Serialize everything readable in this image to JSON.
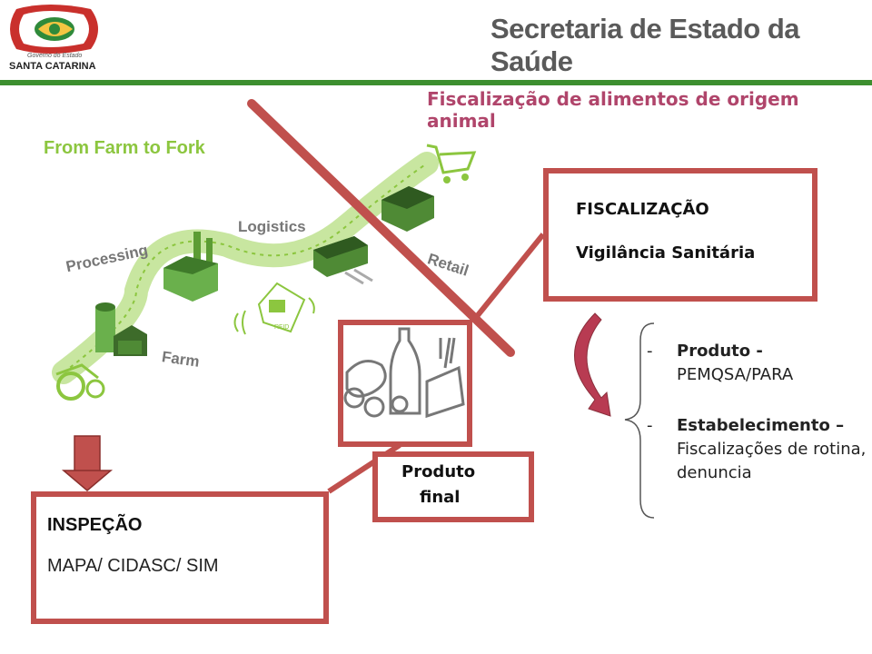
{
  "header": {
    "title": "Secretaria de Estado da Saúde",
    "gov_small": "Governo do Estado",
    "state": "SANTA CATARINA"
  },
  "subtitle": "Fiscalização de alimentos de origem animal",
  "illustration": {
    "heading": "From Farm to Fork",
    "stages": [
      "Processing",
      "Logistics",
      "Retail",
      "Farm"
    ],
    "tag_text": "RFID"
  },
  "fiscalizacao": {
    "title": "FISCALIZAÇÃO",
    "subtitle": "Vigilância Sanitária"
  },
  "inspecao": {
    "title": "INSPEÇÃO",
    "subtitle": "MAPA/ CIDASC/ SIM"
  },
  "produto_final": {
    "line1": "Produto",
    "line2": "final"
  },
  "items": [
    {
      "dash": "-",
      "bold": "Produto -",
      "rest": "PEMQSA/PARA"
    },
    {
      "dash": "-",
      "bold": "Estabelecimento –",
      "rest": "Fiscalizações de rotina, denuncia"
    }
  ],
  "colors": {
    "accent_red": "#c0504d",
    "header_green": "#3d8f2f",
    "subtitle": "#b0456b",
    "leaf_green": "#8cc63f"
  }
}
